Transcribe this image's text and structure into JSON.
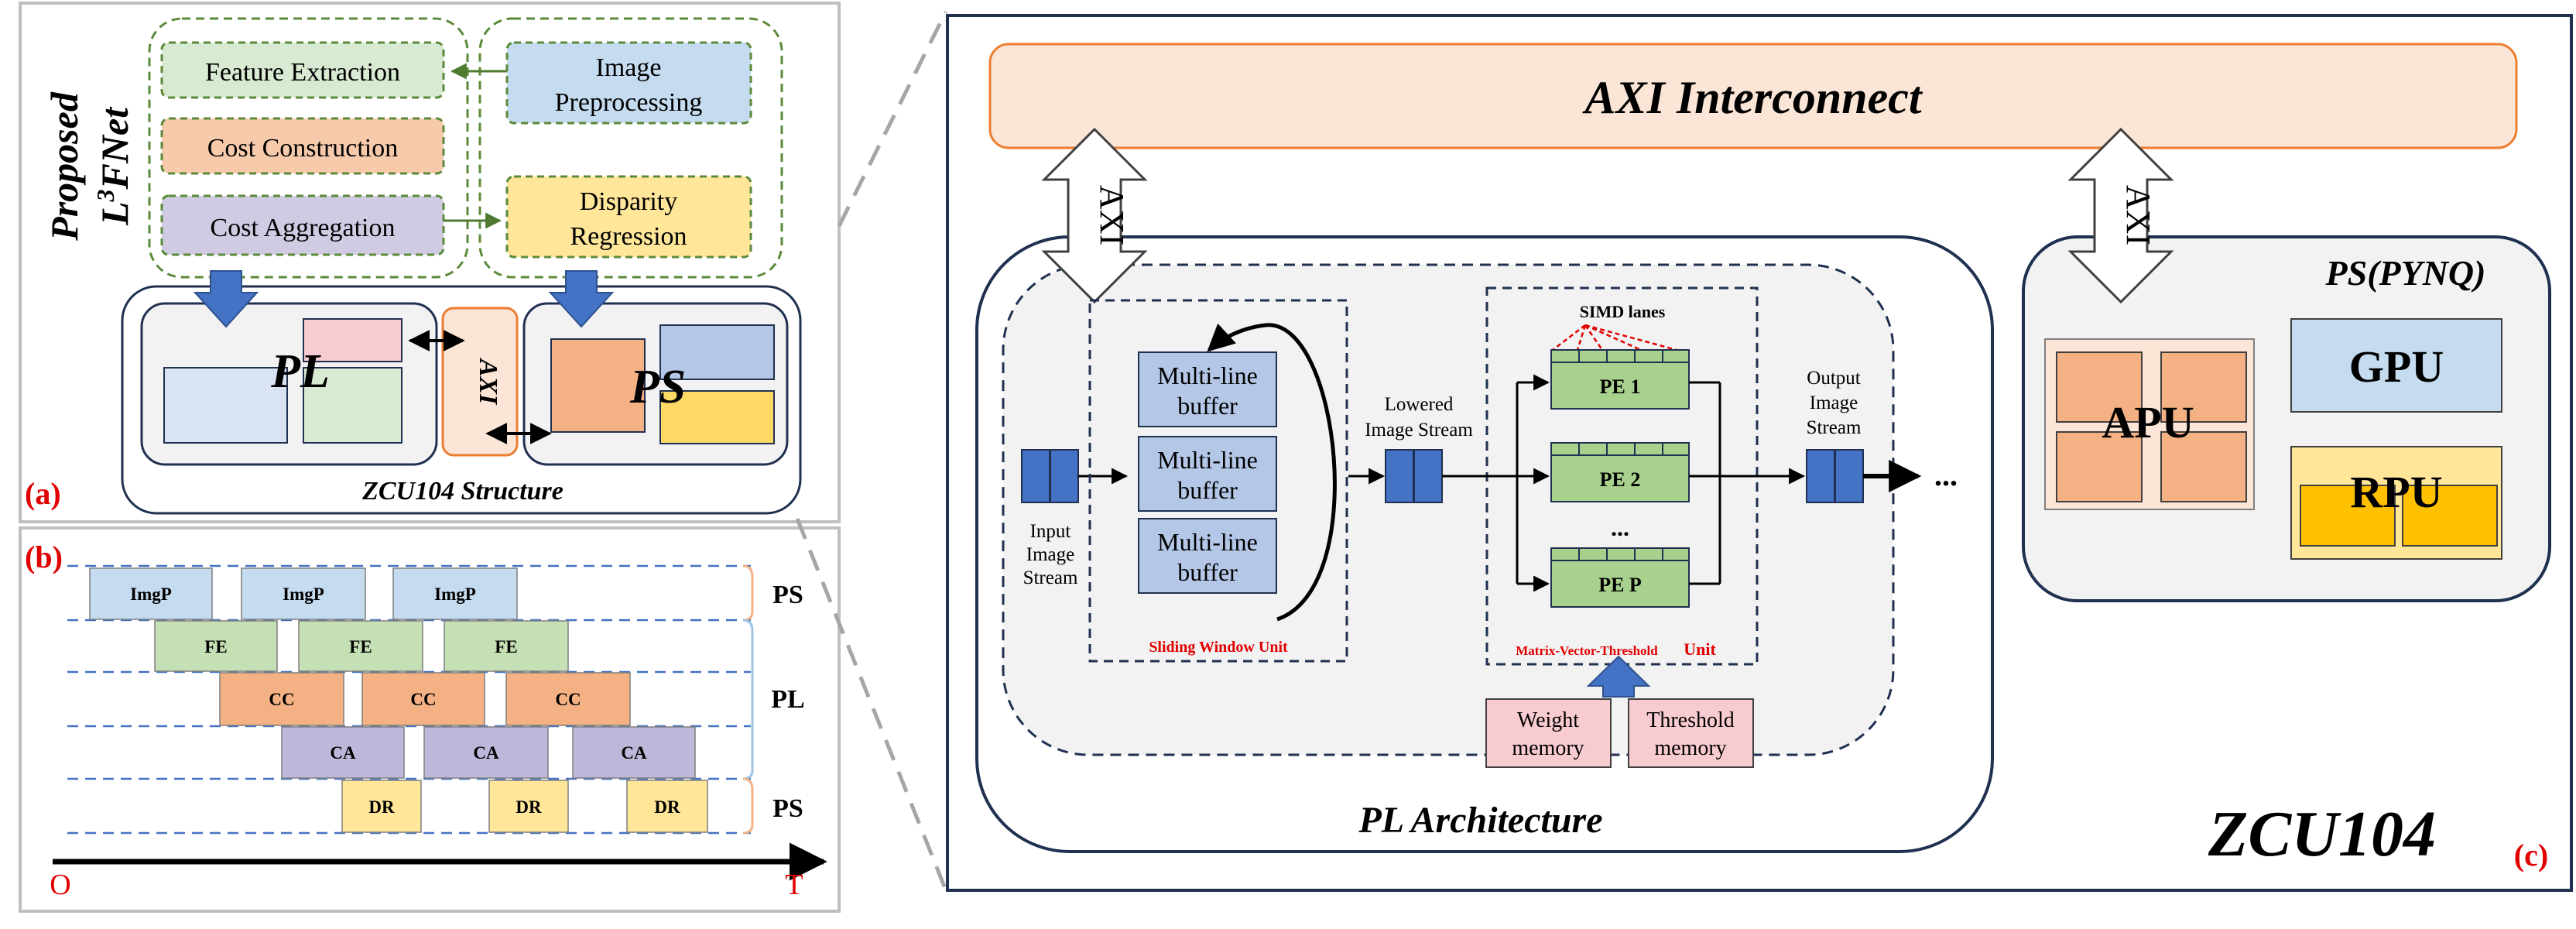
{
  "panel_a": {
    "side_title_line1": "Proposed",
    "side_title_line2_prefix": "L",
    "side_title_line2_sup": "3",
    "side_title_line2_suffix": "FNet",
    "blocks": {
      "feature_extraction": "Feature Extraction",
      "cost_construction": "Cost Construction",
      "cost_aggregation": "Cost Aggregation",
      "image_preprocessing_line1": "Image",
      "image_preprocessing_line2": "Preprocessing",
      "disparity_regression_line1": "Disparity",
      "disparity_regression_line2": "Regression"
    },
    "pl_label": "PL",
    "ps_label": "PS",
    "axi_label": "AXI",
    "structure_caption": "ZCU104 Structure",
    "tag": "(a)"
  },
  "panel_b": {
    "tag": "(b)",
    "row_labels": [
      "PS",
      "PL",
      "PS"
    ],
    "boxes": {
      "imgp": "ImgP",
      "fe": "FE",
      "cc": "CC",
      "ca": "CA",
      "dr": "DR"
    },
    "axis_origin": "O",
    "axis_end": "T"
  },
  "panel_c": {
    "axi_interconnect": "AXI Interconnect",
    "axi_arrow_label": "AXI",
    "ps_title": "PS(PYNQ)",
    "gpu": "GPU",
    "apu": "APU",
    "rpu": "RPU",
    "input_stream": [
      "Input",
      "Image",
      "Stream"
    ],
    "multiline_buffer": [
      "Multi-line",
      "buffer"
    ],
    "sliding_window_unit": "Sliding Window Unit",
    "lowered_stream": [
      "Lowered",
      "Image Stream"
    ],
    "simd_lanes": "SIMD lanes",
    "pe1": "PE 1",
    "pe2": "PE 2",
    "pe_dots": "...",
    "pep": "PE P",
    "mvt_small": "Matrix-Vector-Threshold",
    "mvt_unit": "Unit",
    "weight_memory": [
      "Weight",
      "memory"
    ],
    "threshold_memory": [
      "Threshold",
      "memory"
    ],
    "output_stream": [
      "Output",
      "Image",
      "Stream"
    ],
    "trailing_dots": "...",
    "pl_architecture": "PL Architecture",
    "zcu104": "ZCU104",
    "tag": "(c)"
  },
  "colors": {
    "green_fill": "#d9ead3",
    "green_border": "#5b8a3a",
    "orange_fill": "#f7caac",
    "purple_fill": "#d0cbe3",
    "blue_fill": "#c5dcf0",
    "yellow_fill": "#ffe699",
    "arrow_blue": "#4472c4",
    "red_text": "#e00000",
    "pe_green": "#a9d18e",
    "apu_orange": "#f4b183",
    "rpu_gold": "#ffc000",
    "pink_fill": "#f8cbd0"
  }
}
